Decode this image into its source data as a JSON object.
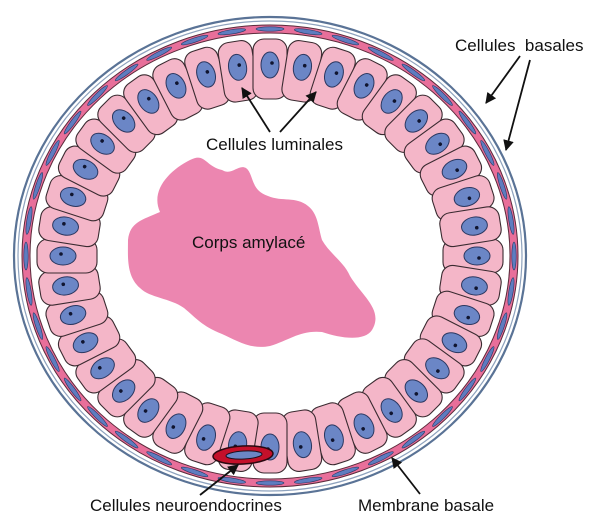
{
  "labels": {
    "basal_cells": "Cellules  basales",
    "luminal_cells": "Cellules luminales",
    "amyloid_body": "Corps amylacé",
    "neuroendocrine_cells": "Cellules neuroendocrines",
    "basement_membrane": "Membrane basale"
  },
  "colors": {
    "luminal_cell_fill": "#f4b6c8",
    "luminal_cell_stroke": "#3a2a30",
    "nucleus_fill": "#6b86c6",
    "nucleus_stroke": "#2b3760",
    "nucleolus": "#101530",
    "basal_layer": "#e86f9a",
    "basal_nucleus": "#5e7cc0",
    "membrane_line": "#5a7396",
    "amyloid_body": "#ec86b0",
    "neuroendocrine_fill": "#c4102a",
    "neuroendocrine_stroke": "#2a0810",
    "arrow": "#111111"
  }
}
